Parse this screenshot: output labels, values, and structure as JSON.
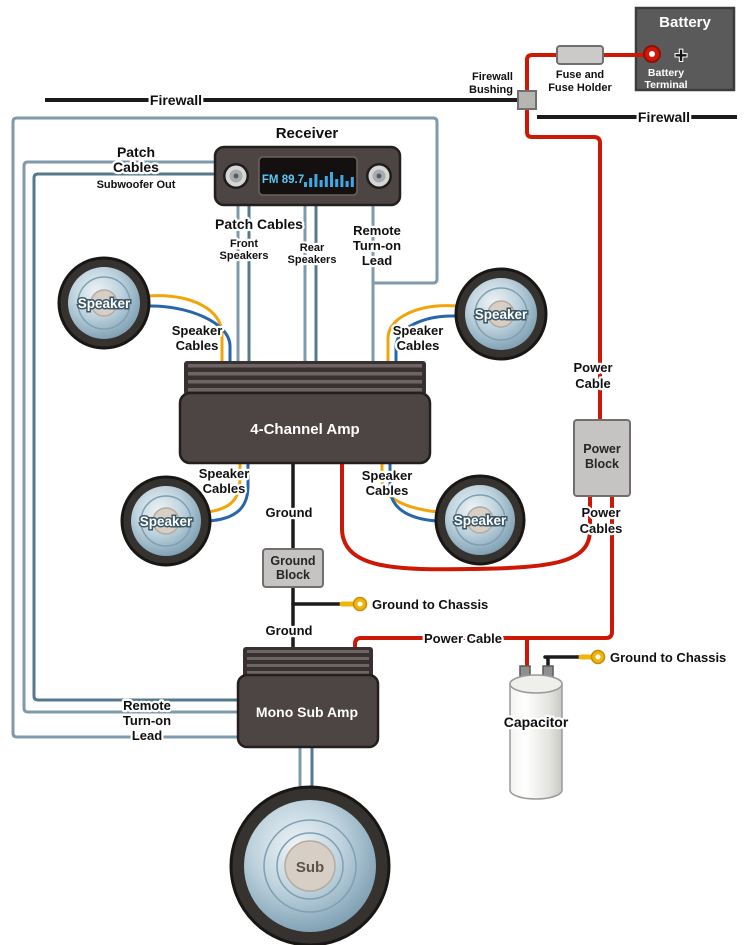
{
  "colors": {
    "power": "#cd1806",
    "ground": "#1b1b1b",
    "signal": "#7e9aab",
    "signal_dark": "#56788e",
    "speaker_yellow": "#f0a60b",
    "speaker_blue": "#2766ab"
  },
  "battery": {
    "title": "Battery",
    "plus": "+",
    "terminal_line1": "Battery",
    "terminal_line2": "Terminal"
  },
  "fuse": {
    "line1": "Fuse and",
    "line2": "Fuse Holder"
  },
  "bushing": {
    "line1": "Firewall",
    "line2": "Bushing"
  },
  "firewall": {
    "left": "Firewall",
    "right": "Firewall"
  },
  "receiver": {
    "title": "Receiver",
    "display": "FM 89.7"
  },
  "patch_top": {
    "line1": "Patch",
    "line2": "Cables",
    "line3": "Subwoofer Out"
  },
  "patch_mid": {
    "title": "Patch Cables",
    "front_line1": "Front",
    "front_line2": "Speakers",
    "rear_line1": "Rear",
    "rear_line2": "Speakers"
  },
  "remote_top": {
    "line1": "Remote",
    "line2": "Turn-on",
    "line3": "Lead"
  },
  "remote_bottom": {
    "line1": "Remote",
    "line2": "Turn-on",
    "line3": "Lead"
  },
  "speakers": [
    {
      "label": "Speaker"
    },
    {
      "label": "Speaker"
    },
    {
      "label": "Speaker"
    },
    {
      "label": "Speaker"
    }
  ],
  "speaker_cables": [
    {
      "line1": "Speaker",
      "line2": "Cables"
    },
    {
      "line1": "Speaker",
      "line2": "Cables"
    },
    {
      "line1": "Speaker",
      "line2": "Cables"
    },
    {
      "line1": "Speaker",
      "line2": "Cables"
    }
  ],
  "amps": {
    "four_channel": "4-Channel Amp",
    "mono": "Mono Sub Amp"
  },
  "power": {
    "cable_line1": "Power",
    "cable_line2": "Cable",
    "block_line1": "Power",
    "block_line2": "Block",
    "cables_line1": "Power",
    "cables_line2": "Cables",
    "cable_bottom": "Power Cable"
  },
  "ground": {
    "upper": "Ground",
    "lower": "Ground",
    "block_line1": "Ground",
    "block_line2": "Block",
    "chassis_mid": "Ground to Chassis",
    "chassis_right": "Ground to Chassis"
  },
  "capacitor": {
    "label": "Capacitor"
  },
  "sub": {
    "label": "Sub"
  }
}
